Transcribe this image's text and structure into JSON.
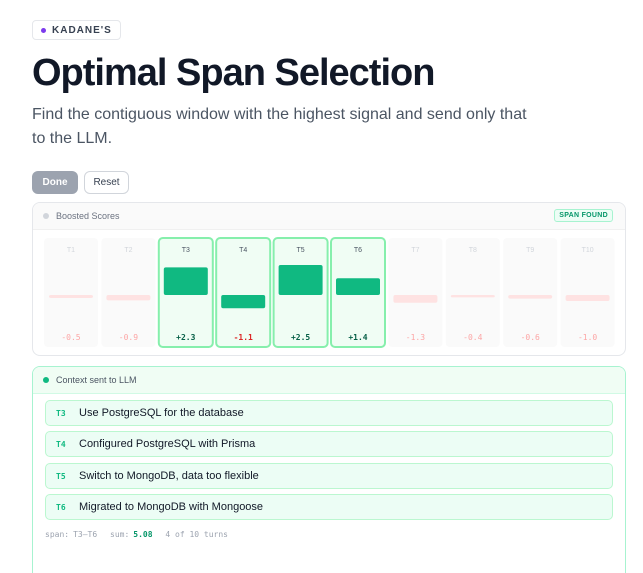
{
  "badge": {
    "label": "KADANE'S"
  },
  "title": "Optimal Span Selection",
  "subtitle": "Find the contiguous window with the highest signal and send only that to the LLM.",
  "controls": {
    "done_label": "Done",
    "reset_label": "Reset"
  },
  "scores_panel": {
    "header": "Boosted Scores",
    "status_badge": "SPAN FOUND"
  },
  "colors": {
    "positive": "#10b981",
    "negative_in_span": "#10b981",
    "negative_out": "#fee2e2",
    "span_border": "#86efac",
    "span_fill": "#f0fdf4",
    "accent": "#059669"
  },
  "chart_data": {
    "type": "bar",
    "categories": [
      "T1",
      "T2",
      "T3",
      "T4",
      "T5",
      "T6",
      "T7",
      "T8",
      "T9",
      "T10"
    ],
    "values": [
      -0.5,
      -0.9,
      2.3,
      -1.1,
      2.5,
      1.4,
      -1.3,
      -0.4,
      -0.6,
      -1.0
    ],
    "value_labels": [
      "-0.5",
      "-0.9",
      "+2.3",
      "-1.1",
      "+2.5",
      "+1.4",
      "-1.3",
      "-0.4",
      "-0.6",
      "-1.0"
    ],
    "selected_span": [
      "T3",
      "T4",
      "T5",
      "T6"
    ]
  },
  "context_panel": {
    "header": "Context sent to LLM",
    "rows": [
      {
        "turn": "T3",
        "text": "Use PostgreSQL for the database"
      },
      {
        "turn": "T4",
        "text": "Configured PostgreSQL with Prisma"
      },
      {
        "turn": "T5",
        "text": "Switch to MongoDB, data too flexible"
      },
      {
        "turn": "T6",
        "text": "Migrated to MongoDB with Mongoose"
      }
    ],
    "summary": {
      "span_label": "span:",
      "span_value": "T3–T6",
      "sum_label": "sum:",
      "sum_value": "5.08",
      "turns_text": "4 of 10 turns"
    }
  }
}
